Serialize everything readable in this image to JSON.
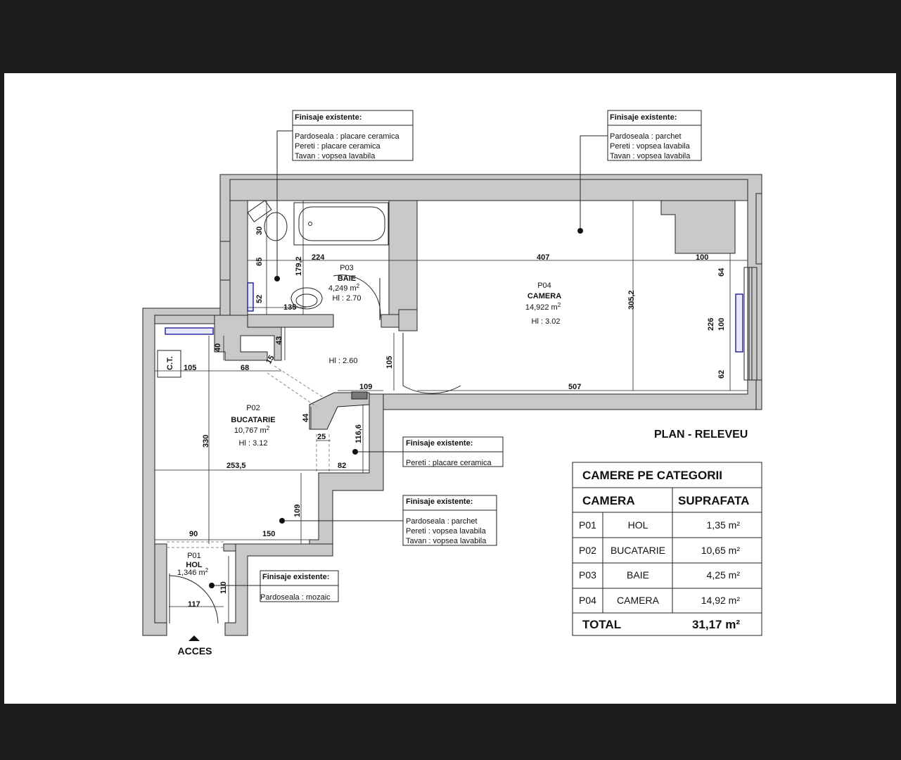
{
  "plan_title": "PLAN - RELEVEU",
  "access_label": "ACCES",
  "ct_label": "C.T.",
  "rooms": [
    {
      "code": "P01",
      "name": "HOL",
      "area": "1,346 m",
      "sup": "2"
    },
    {
      "code": "P02",
      "name": "BUCATARIE",
      "area": "10,767 m",
      "sup": "2",
      "hl": "Hl : 3.12"
    },
    {
      "code": "P03",
      "name": "BAIE",
      "area": "4,249 m",
      "sup": "2",
      "hl": "Hl : 2.70"
    },
    {
      "code": "P04",
      "name": "CAMERA",
      "area": "14,922 m",
      "sup": "2",
      "hl": "Hl : 3.02"
    }
  ],
  "hallway_hl": "Hl : 2.60",
  "dimensions": {
    "d224": "224",
    "d407": "407",
    "d100a": "100",
    "d179": "179,2",
    "d65": "65",
    "d30": "30",
    "d52": "52",
    "d135": "135",
    "d305": "305,2",
    "d64": "64",
    "d226": "226",
    "d100b": "100",
    "d62": "62",
    "d40": "40",
    "d43": "43",
    "d105a": "105",
    "d68": "68",
    "d15": "15",
    "d105b": "105",
    "d109": "109",
    "d507": "507",
    "d44": "44",
    "d25": "25",
    "d116": "116,6",
    "d330": "330",
    "d253": "253,5",
    "d82": "82",
    "d109b": "109",
    "d90": "90",
    "d150": "150",
    "d110": "110",
    "d117": "117"
  },
  "notes": [
    {
      "title": "Finisaje existente:",
      "lines": [
        "Pardoseala : placare ceramica",
        "Pereti : placare ceramica",
        "Tavan : vopsea lavabila"
      ]
    },
    {
      "title": "Finisaje existente:",
      "lines": [
        "Pardoseala : parchet",
        "Pereti : vopsea lavabila",
        "Tavan : vopsea lavabila"
      ]
    },
    {
      "title": "Finisaje existente:",
      "lines": [
        "Pereti : placare ceramica"
      ]
    },
    {
      "title": "Finisaje existente:",
      "lines": [
        "Pardoseala : parchet",
        "Pereti : vopsea lavabila",
        "Tavan : vopsea lavabila"
      ]
    },
    {
      "title": "Finisaje existente:",
      "lines": [
        "Pardoseala : mozaic"
      ]
    }
  ],
  "table": {
    "title": "CAMERE PE CATEGORII",
    "col_room": "CAMERA",
    "col_area": "SUPRAFATA",
    "rows": [
      {
        "code": "P01",
        "name": "HOL",
        "area": "1,35 m²"
      },
      {
        "code": "P02",
        "name": "BUCATARIE",
        "area": "10,65 m²"
      },
      {
        "code": "P03",
        "name": "BAIE",
        "area": "4,25 m²"
      },
      {
        "code": "P04",
        "name": "CAMERA",
        "area": "14,92 m²"
      }
    ],
    "total_label": "TOTAL",
    "total_value": "31,17 m²"
  }
}
